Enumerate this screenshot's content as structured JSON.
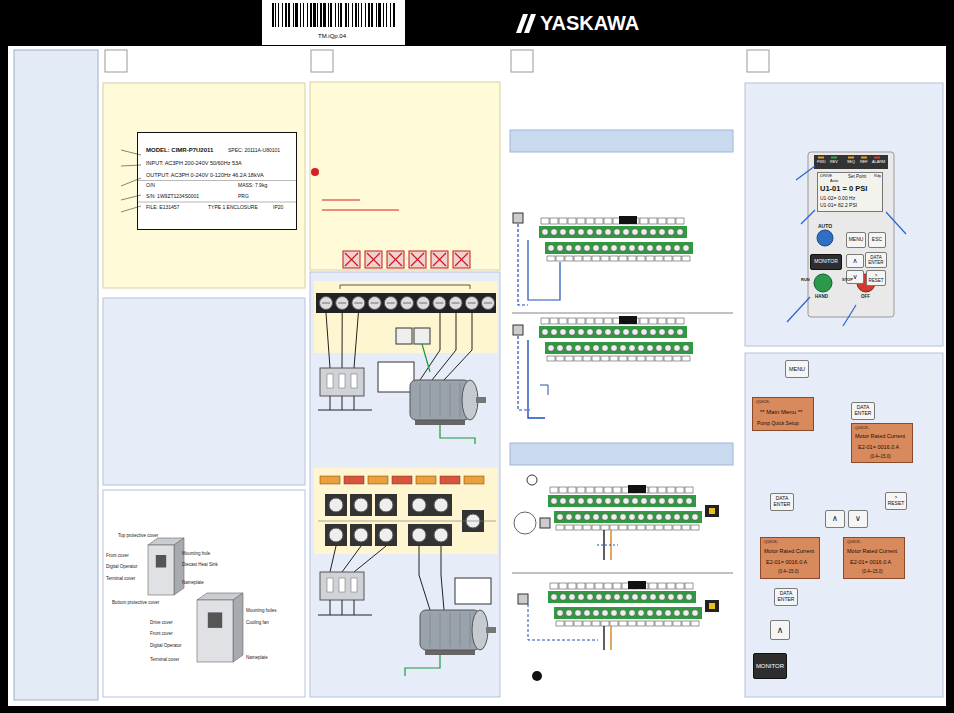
{
  "diagram": {
    "nodes": [
      {
        "text": [
          "MODEL: CIMR-P7U2011",
          "SPEC: 20111A-U80101",
          "INPUT: AC3PH 200-240V 50/60Hz 53A",
          "OUTPUT: AC3PH 0-240V 0-120Hz 46.2A 18kVA",
          "O/N",
          "MASS: 7.9kg",
          "S/N: 1W9ZT1234S0001",
          "PRG",
          "FILE: E131457",
          "TYPE 1 ENCLOSURE",
          "IP20"
        ]
      },
      {
        "text": [
          "DRIVE",
          "Auto",
          "Set Point",
          "Rdy",
          "U1-01 = 0 PSI",
          "U1-02= 0.00 Hz",
          "U1-01= 82.2 PSI"
        ]
      },
      {
        "text": [
          "MENU"
        ]
      },
      {
        "text": [
          "ESC"
        ]
      },
      {
        "text": [
          "MONITOR"
        ]
      },
      {
        "text": [
          "∧"
        ]
      },
      {
        "text": [
          "DATA ENTER"
        ]
      },
      {
        "text": [
          "∨"
        ]
      },
      {
        "text": [
          ">",
          "RESET"
        ]
      },
      {
        "text": [
          "MENU"
        ]
      },
      {
        "text": [
          "-QUICK-",
          "** Main Menu **",
          "Pump Quick Setup"
        ]
      },
      {
        "text": [
          "DATA ENTER"
        ]
      },
      {
        "text": [
          "-QUICK-",
          "Motor Rated Current",
          "E2-01= 0016.0 A",
          "(0.4~15.0)"
        ]
      },
      {
        "text": [
          "DATA ENTER"
        ]
      },
      {
        "text": [
          ">",
          "RESET"
        ]
      },
      {
        "text": [
          "∧"
        ]
      },
      {
        "text": [
          "∨"
        ]
      },
      {
        "text": [
          "-QUICK-",
          "Motor Rated Current",
          "E2-01= 0016.0 A",
          "(0.4~15.0)"
        ]
      },
      {
        "text": [
          "-QUICK-",
          "Motor Rated Current",
          "E2-01= 0016.0 A",
          "(0.4~15.0)"
        ]
      },
      {
        "text": [
          "DATA ENTER"
        ]
      },
      {
        "text": [
          "∧"
        ]
      },
      {
        "text": [
          "MONITOR"
        ]
      }
    ],
    "labels": [
      "TM.iQp.04",
      "YASKAWA",
      "Top protective cover",
      "Front cover",
      "Digital Operator",
      "Terminal cover",
      "Bottom protective cover",
      "Mounting hole",
      "Diecast Heat Sink",
      "Nameplate",
      "Drive cover",
      "Front cover",
      "Digital Operator",
      "Terminal cover",
      "Mounting holes",
      "Cooling fan",
      "Nameplate",
      "RUN",
      "STOP",
      "FWD",
      "REV",
      "SEQ",
      "REF",
      "ALARM",
      "AUTO",
      "HAND",
      "OFF"
    ]
  }
}
